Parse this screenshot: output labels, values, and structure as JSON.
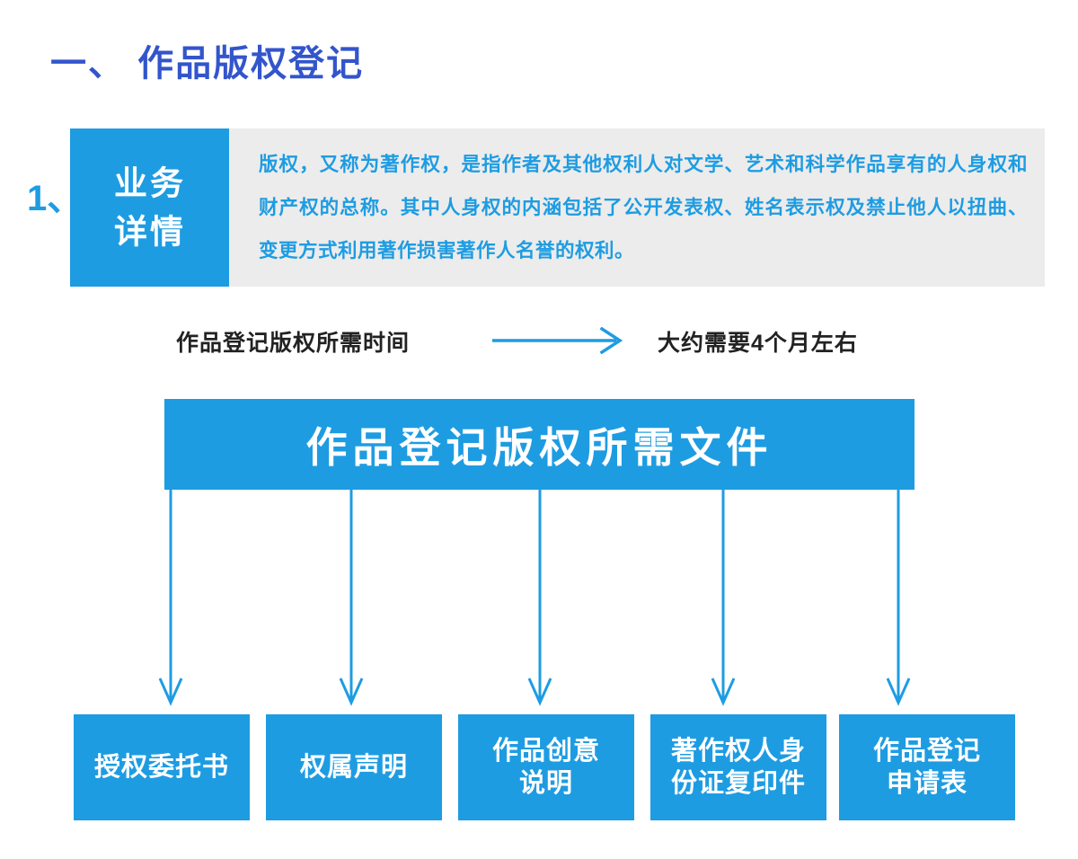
{
  "section": {
    "title": "一、 作品版权登记"
  },
  "colors": {
    "title_blue": "#3355cc",
    "accent_blue": "#1e9ce2",
    "panel_gray": "#ececec",
    "text_dark": "#222222",
    "white": "#ffffff"
  },
  "detail": {
    "number": "1、",
    "tag_label": "业务\n详情",
    "tag_label_line1": "业务",
    "tag_label_line2": "详情",
    "description": "版权，又称为著作权，是指作者及其他权利人对文学、艺术和科学作品享有的人身权和财产权的总称。其中人身权的内涵包括了公开发表权、姓名表示权及禁止他人以扭曲、变更方式利用著作损害著作人名誉的权利。"
  },
  "duration": {
    "label": "作品登记版权所需时间",
    "arrow_icon": "right-arrow-icon",
    "value": "大约需要4个月左右"
  },
  "documents": {
    "header": "作品登记版权所需文件",
    "items": [
      {
        "label": "授权委托书",
        "lines": [
          "授权委托书"
        ]
      },
      {
        "label": "权属声明",
        "lines": [
          "权属声明"
        ]
      },
      {
        "label": "作品创意说明",
        "lines": [
          "作品创意",
          "说明"
        ]
      },
      {
        "label": "著作权人身份证复印件",
        "lines": [
          "著作权人身",
          "份证复印件"
        ]
      },
      {
        "label": "作品登记申请表",
        "lines": [
          "作品登记",
          "申请表"
        ]
      }
    ]
  }
}
